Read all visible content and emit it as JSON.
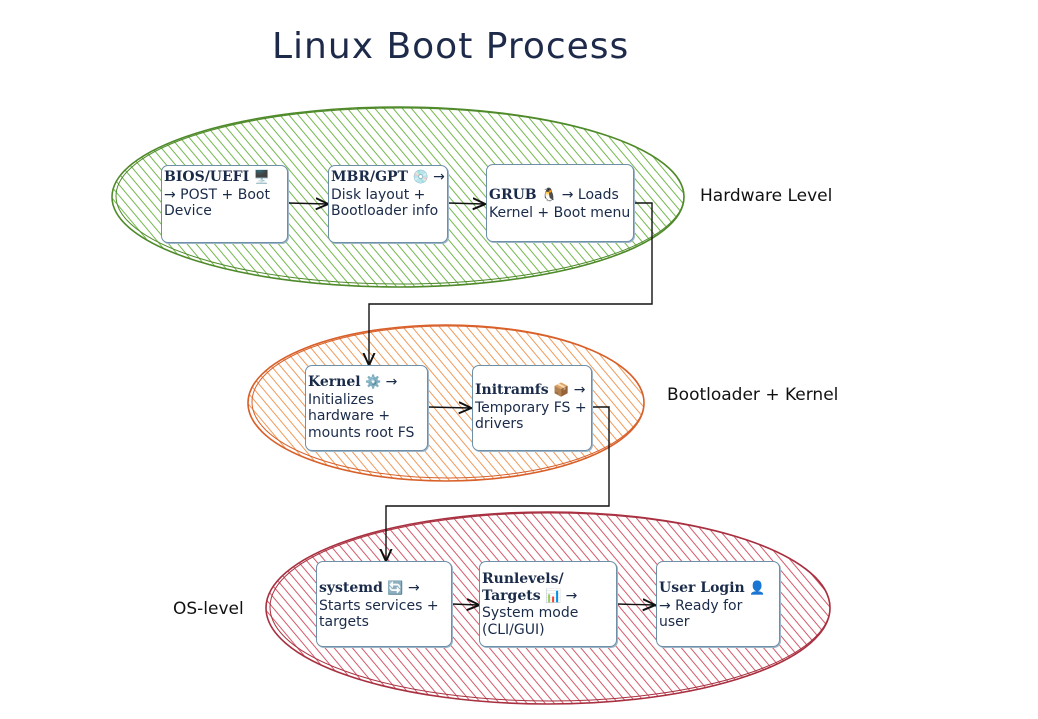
{
  "title": "Linux Boot Process",
  "levels": {
    "hardware": "Hardware Level",
    "bootloader": "Bootloader + Kernel",
    "os": "OS-level"
  },
  "colors": {
    "hardware_fill": "#74b84e",
    "hardware_stroke": "#4f8a2a",
    "bootloader_fill": "#f09a5a",
    "bootloader_stroke": "#d8602a",
    "os_fill": "#d45a6a",
    "os_stroke": "#a83040",
    "box_border": "#6e8fa8"
  },
  "nodes": {
    "bios": {
      "name": "BIOS/UEFI",
      "icon": "🖥️",
      "desc": "→ POST + Boot Device"
    },
    "mbr": {
      "name": "MBR/GPT",
      "icon": "💿",
      "desc": "→ Disk layout + Bootloader info"
    },
    "grub": {
      "name": "GRUB",
      "icon": "🐧",
      "desc": "→ Loads Kernel + Boot menu"
    },
    "kernel": {
      "name": "Kernel",
      "icon": "⚙️",
      "desc": "→ Initializes hardware + mounts root FS"
    },
    "initramfs": {
      "name": "Initramfs",
      "icon": "📦",
      "desc": "→ Temporary FS + drivers"
    },
    "systemd": {
      "name": "systemd",
      "icon": "🔄",
      "desc": "→ Starts services + targets"
    },
    "runlevels": {
      "name": "Runlevels/ Targets",
      "icon": "📊",
      "desc": "→ System mode (CLI/GUI)"
    },
    "login": {
      "name": "User Login",
      "icon": "👤",
      "desc": "→ Ready for user"
    }
  }
}
